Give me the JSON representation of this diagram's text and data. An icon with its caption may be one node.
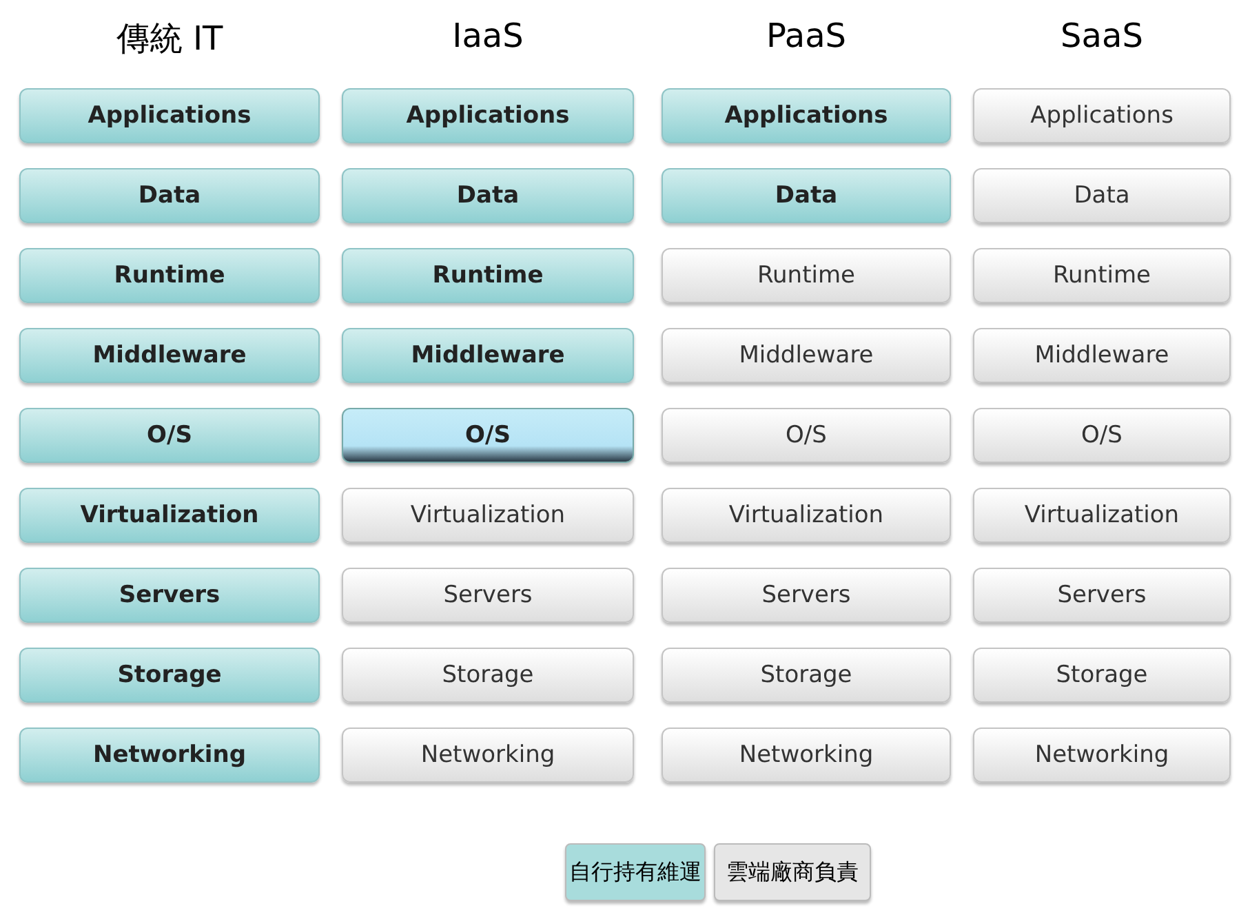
{
  "diagram": {
    "nodes": [
      {
        "text": [
          "Applications"
        ]
      },
      {
        "text": [
          "Data"
        ]
      },
      {
        "text": [
          "Runtime"
        ]
      },
      {
        "text": [
          "Middleware"
        ]
      },
      {
        "text": [
          "O/S"
        ]
      },
      {
        "text": [
          "Virtualization"
        ]
      },
      {
        "text": [
          "Servers"
        ]
      },
      {
        "text": [
          "Storage"
        ]
      },
      {
        "text": [
          "Networking"
        ]
      },
      {
        "text": [
          "Applications"
        ]
      },
      {
        "text": [
          "Data"
        ]
      },
      {
        "text": [
          "Runtime"
        ]
      },
      {
        "text": [
          "Middleware"
        ]
      },
      {
        "text": [
          "O/S"
        ]
      },
      {
        "text": [
          "Virtualization"
        ]
      },
      {
        "text": [
          "Servers"
        ]
      },
      {
        "text": [
          "Storage"
        ]
      },
      {
        "text": [
          "Networking"
        ]
      },
      {
        "text": [
          "Applications"
        ]
      },
      {
        "text": [
          "Data"
        ]
      },
      {
        "text": [
          "Runtime"
        ]
      },
      {
        "text": [
          "Middleware"
        ]
      },
      {
        "text": [
          "O/S"
        ]
      },
      {
        "text": [
          "Virtualization"
        ]
      },
      {
        "text": [
          "Servers"
        ]
      },
      {
        "text": [
          "Storage"
        ]
      },
      {
        "text": [
          "Networking"
        ]
      },
      {
        "text": [
          "Applications"
        ]
      },
      {
        "text": [
          "Data"
        ]
      },
      {
        "text": [
          "Runtime"
        ]
      },
      {
        "text": [
          "Middleware"
        ]
      },
      {
        "text": [
          "O/S"
        ]
      },
      {
        "text": [
          "Virtualization"
        ]
      },
      {
        "text": [
          "Servers"
        ]
      },
      {
        "text": [
          "Storage"
        ]
      },
      {
        "text": [
          "Networking"
        ]
      }
    ],
    "edges": [],
    "labels": [
      "傳統 IT",
      "IaaS",
      "PaaS",
      "SaaS"
    ],
    "legend": [
      {
        "text": "自行持有維運",
        "color": "#a8dcdc"
      },
      {
        "text": "雲端廠商負責",
        "color": "#e6e6e6"
      }
    ]
  }
}
